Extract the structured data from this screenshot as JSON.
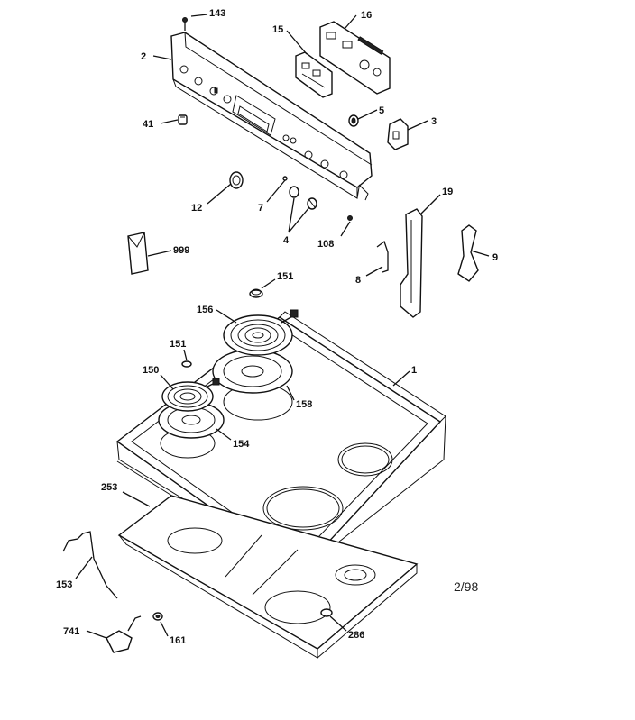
{
  "labels": {
    "p143": "143",
    "p16": "16",
    "p2": "2",
    "p15": "15",
    "p41": "41",
    "p5": "5",
    "p3": "3",
    "p12": "12",
    "p7": "7",
    "p4": "4",
    "p108": "108",
    "p19": "19",
    "p999": "999",
    "p8": "8",
    "p9": "9",
    "p151a": "151",
    "p156": "156",
    "p151b": "151",
    "p150": "150",
    "p1": "1",
    "p158": "158",
    "p154": "154",
    "p253": "253",
    "p153": "153",
    "p741": "741",
    "p161": "161",
    "p286": "286"
  },
  "date_code": "2/98"
}
